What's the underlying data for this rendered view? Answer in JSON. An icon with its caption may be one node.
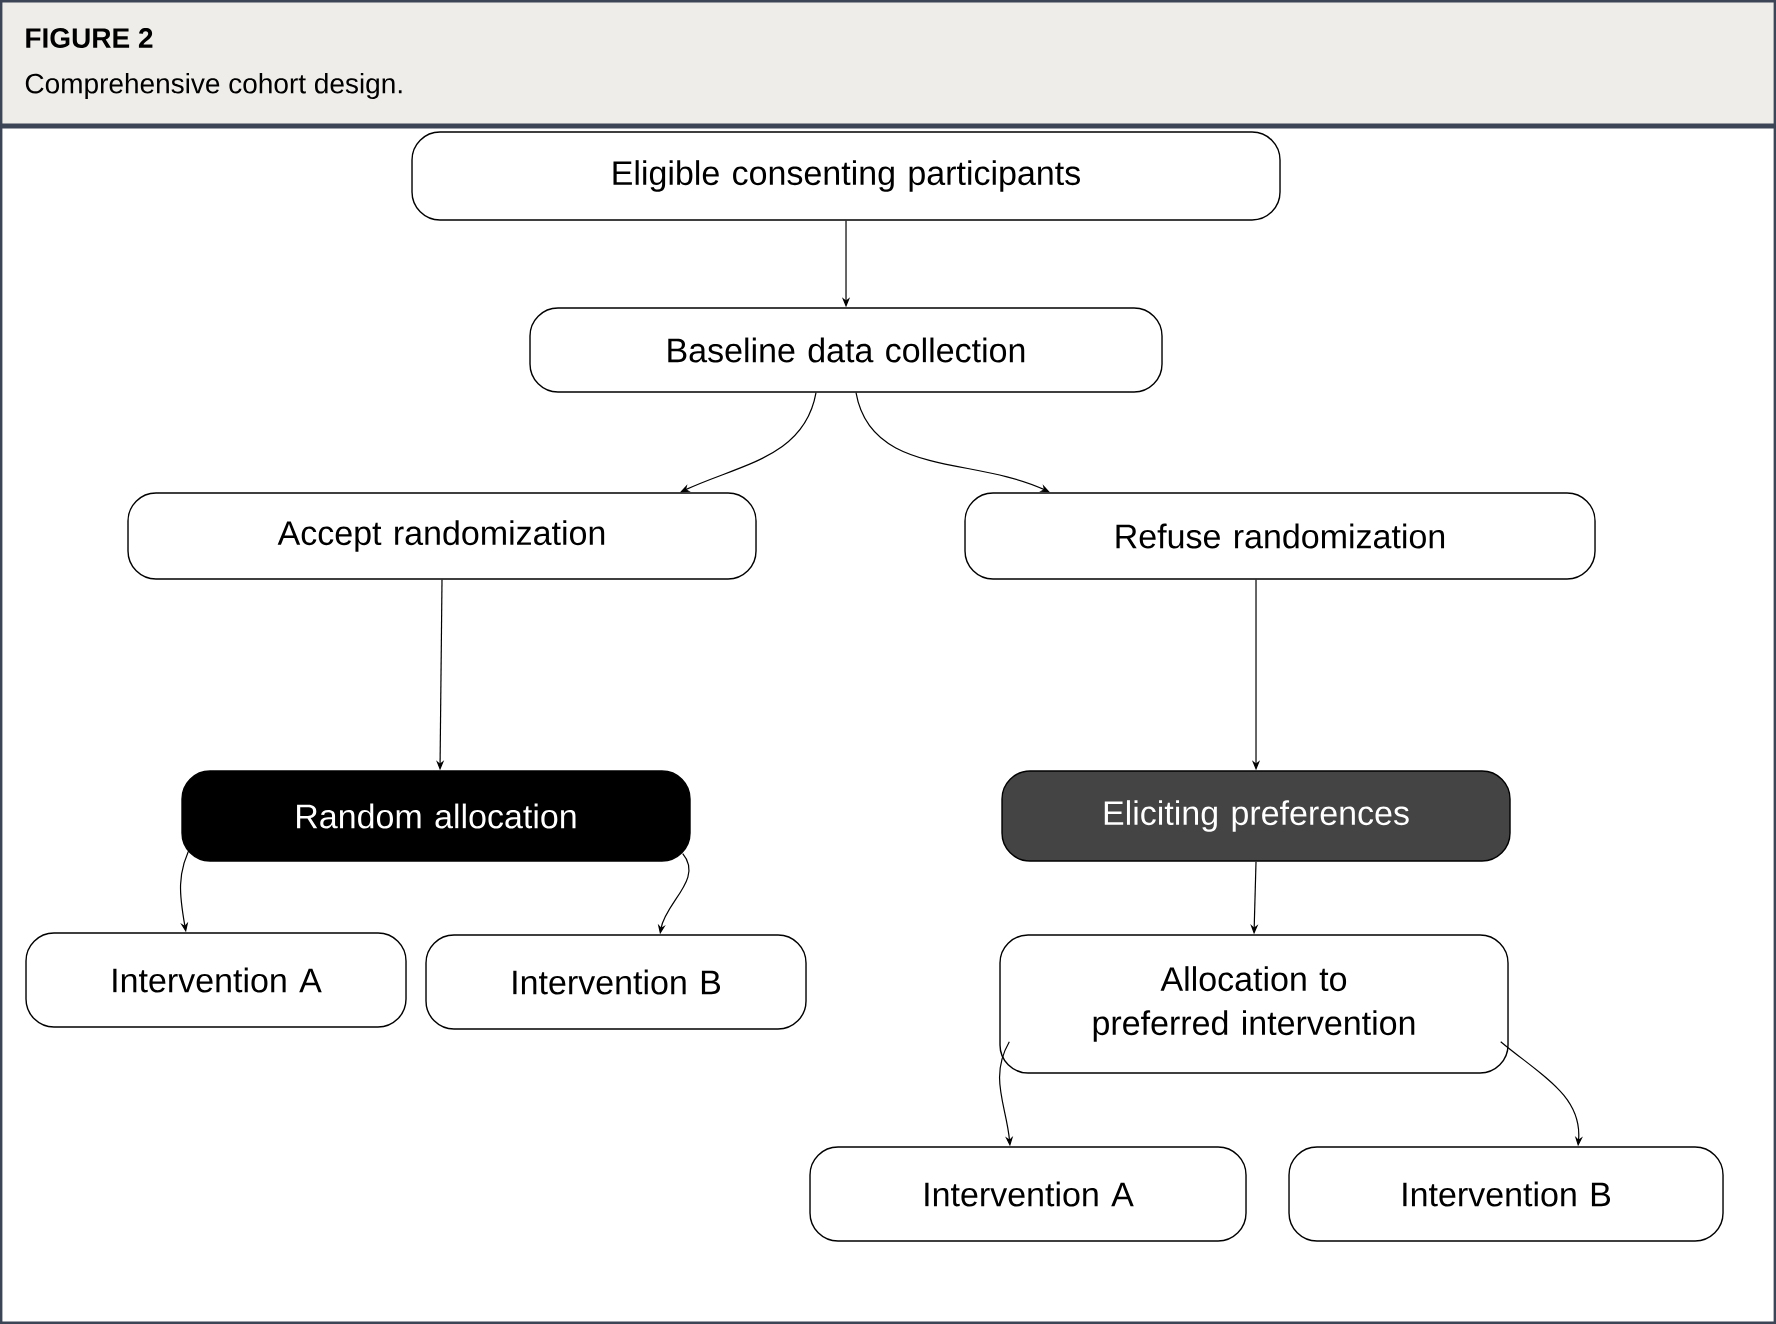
{
  "diagram": {
    "title": "FIGURE 2",
    "caption": "Comprehensive cohort design.",
    "nodes": [
      {
        "text": [
          "Eligible consenting participants"
        ]
      },
      {
        "text": [
          "Baseline data collection"
        ]
      },
      {
        "text": [
          "Accept randomization"
        ]
      },
      {
        "text": [
          "Refuse randomization"
        ]
      },
      {
        "text": [
          "Random allocation"
        ]
      },
      {
        "text": [
          "Eliciting preferences"
        ]
      },
      {
        "text": [
          "Intervention A"
        ]
      },
      {
        "text": [
          "Intervention B"
        ]
      },
      {
        "text": [
          "Allocation to preferred intervention"
        ]
      },
      {
        "text": [
          "Intervention A"
        ]
      },
      {
        "text": [
          "Intervention B"
        ]
      }
    ],
    "edges": [
      {
        "from": 0,
        "to": 1,
        "arrow": "to"
      },
      {
        "from": 1,
        "to": 2,
        "arrow": "to"
      },
      {
        "from": 1,
        "to": 3,
        "arrow": "to"
      },
      {
        "from": 2,
        "to": 4,
        "arrow": "to"
      },
      {
        "from": 3,
        "to": 5,
        "arrow": "to"
      },
      {
        "from": 4,
        "to": 6,
        "arrow": "to"
      },
      {
        "from": 4,
        "to": 7,
        "arrow": "to"
      },
      {
        "from": 5,
        "to": 8,
        "arrow": "to"
      },
      {
        "from": 8,
        "to": 9,
        "arrow": "to"
      },
      {
        "from": 8,
        "to": 10,
        "arrow": "to"
      }
    ]
  }
}
